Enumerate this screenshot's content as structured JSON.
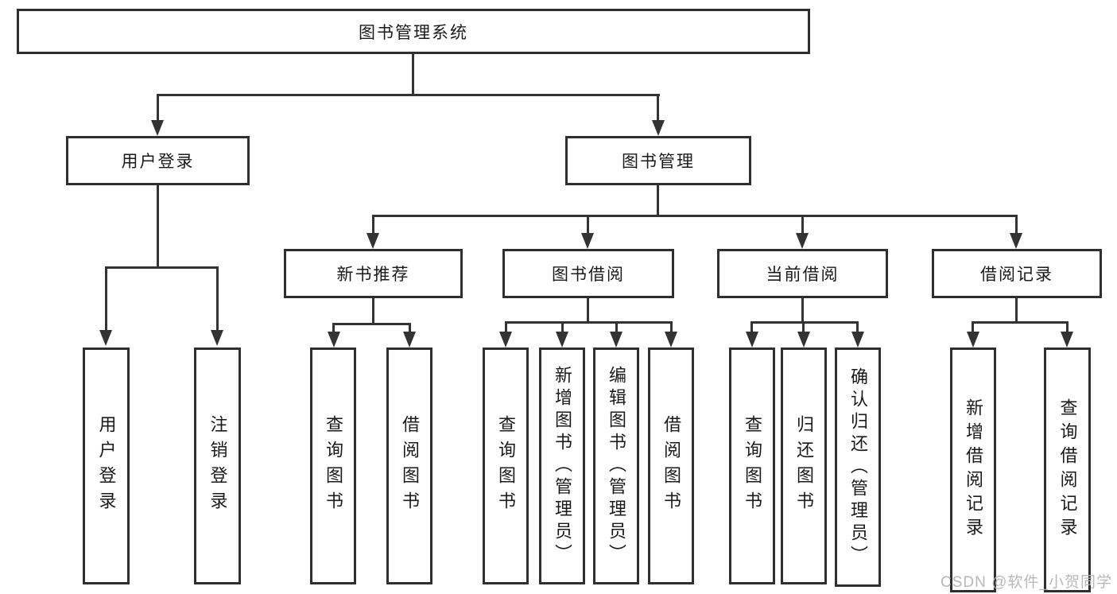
{
  "tree": {
    "root": "图书管理系统",
    "level2": [
      "用户登录",
      "图书管理"
    ],
    "user_login_children": [
      "用户登录",
      "注销登录"
    ],
    "modules": [
      "新书推荐",
      "图书借阅",
      "当前借阅",
      "借阅记录"
    ],
    "new_book_children": [
      "查询图书",
      "借阅图书"
    ],
    "borrow_children": [
      "查询图书",
      "新增图书（管理员）",
      "编辑图书（管理员）",
      "借阅图书"
    ],
    "current_children": [
      "查询图书",
      "归还图书",
      "确认归还（管理员）"
    ],
    "record_children": [
      "新增借阅记录",
      "查询借阅记录"
    ]
  },
  "watermark": "CSDN @软件_小贺同学",
  "colors": {
    "line": "#333333",
    "box_border": "#2f2f2f",
    "text": "#1a1a1a",
    "watermark": "#b5b5b5",
    "background": "#ffffff"
  }
}
